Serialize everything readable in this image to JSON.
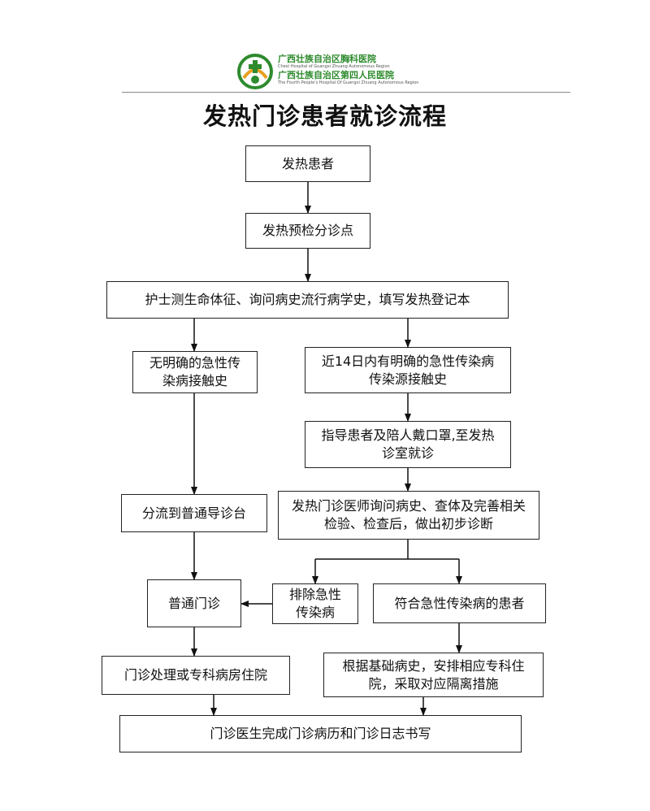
{
  "header": {
    "hospital_name_1": "广西壮族自治区胸科医院",
    "hospital_name_1_en": "Chest Hospital of Guangxi Zhuang Autonomous Region",
    "hospital_name_2": "广西壮族自治区第四人民医院",
    "hospital_name_2_en": "The Fourth People's Hospital Of Guangxi Zhuang Autonomous Region"
  },
  "title": "发热门诊患者就诊流程",
  "colors": {
    "logo_green": "#2e8b2e",
    "logo_orange": "#e8a020",
    "border": "#222222"
  },
  "nodes": {
    "fever_patient": "发热患者",
    "triage_point": "发热预检分诊点",
    "nurse_check": "护士测生命体征、询问病史流行病学史，填写发热登记本",
    "no_contact": "无明确的急性传染病接触史",
    "has_contact": "近14日内有明确的急性传染病传染源接触史",
    "mask_guide": "指导患者及陪人戴口罩,至发热诊室就诊",
    "to_general": "分流到普通导诊台",
    "doctor_diagnose": "发热门诊医师询问病史、查体及完善相关检验、检查后，做出初步诊断",
    "general_clinic": "普通门诊",
    "exclude": "排除急性传染病",
    "meets_criteria": "符合急性传染病的患者",
    "outpatient_or_admit": "门诊处理或专科病房住院",
    "arrange_isolation": "根据基础病史，安排相应专科住院，采取对应隔离措施",
    "final_record": "门诊医生完成门诊病历和门诊日志书写"
  }
}
